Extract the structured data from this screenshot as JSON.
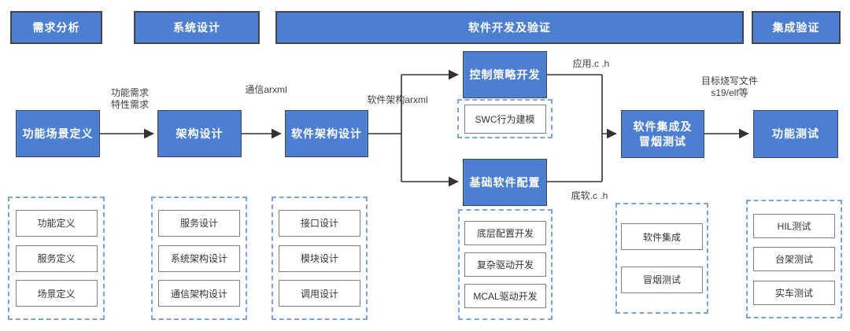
{
  "colors": {
    "box_blue": "#4c7fd2",
    "box_border_dark": "#454545",
    "dashed_border_blue": "#7aa3e0",
    "task_border_gray": "#7f7f7f",
    "connector_line": "#404040",
    "label_text": "#404040"
  },
  "phases": [
    {
      "label": "需求分析"
    },
    {
      "label": "系统设计"
    },
    {
      "label": "软件开发及验证"
    },
    {
      "label": "集成验证"
    }
  ],
  "flow": {
    "scenario_definition": "功能场景定义",
    "architecture_design": "架构设计",
    "software_architecture_design": "软件架构设计",
    "control_strategy_dev": "控制策略开发",
    "swc_behavior_modeling": "SWC行为建模",
    "basic_software_config": "基础软件配置",
    "integration_smoke_line1": "软件集成及",
    "integration_smoke_line2": "冒烟测试",
    "function_test": "功能测试"
  },
  "edge_labels": {
    "requirements_line1": "功能需求",
    "requirements_line2": "特性需求",
    "comm_arxml": "通信arxml",
    "sw_arch_arxml": "软件架构arxml",
    "app_files": "应用.c .h",
    "base_files": "底软.c .h",
    "target_files_line1": "目标烧写文件",
    "target_files_line2": "s19/elf等"
  },
  "task_groups": [
    {
      "items": [
        "功能定义",
        "服务定义",
        "场景定义"
      ]
    },
    {
      "items": [
        "服务设计",
        "系统架构设计",
        "通信架构设计"
      ]
    },
    {
      "items": [
        "接口设计",
        "模块设计",
        "调用设计"
      ]
    },
    {
      "items": [
        "底层配置开发",
        "复杂驱动开发",
        "MCAL驱动开发"
      ]
    },
    {
      "items": [
        "软件集成",
        "冒烟测试"
      ]
    },
    {
      "items": [
        "HIL测试",
        "台架测试",
        "实车测试"
      ]
    }
  ]
}
